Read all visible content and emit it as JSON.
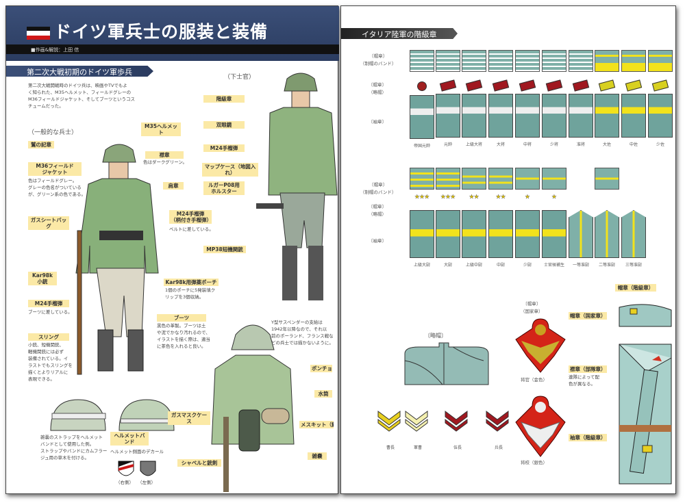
{
  "left": {
    "title": "ドイツ軍兵士の服装と装備",
    "credit": "■作画&解説：上田 信",
    "section": "第二次大戦初期のドイツ軍歩兵",
    "intro": [
      "第二次大戦開戦時のドイツ兵は、映画やTVでもよ",
      "く知られた、M35ヘルメット、フィールドグレーの",
      "M36フィールドジャケット、そしてブーツというコス",
      "チュームだった。"
    ],
    "nco_caption": "（下士官）",
    "soldier_caption": "（一般的な兵士）",
    "labels": {
      "rank": "階級章",
      "m35": "M35ヘルメット",
      "binoculars": "双眼鏡",
      "eagle": "鷲の記章",
      "collar": "襟章",
      "collar_note": "色はダークグリーン。",
      "m24_nco": "M24手榴弾",
      "m36": [
        "M36フィールド",
        "ジャケット"
      ],
      "m36_note": [
        "色はフィールドグレー。",
        "グレーの色名がついている",
        "が、グリーン系の色である。"
      ],
      "mapcase": "マップケース（地図入れ）",
      "shoulder": "肩章",
      "holster": [
        "ルガーP08用",
        "ホルスター"
      ],
      "gasbag": "ガスシートバッグ",
      "m24_belt": [
        "M24手榴弾",
        "（柄付き手榴弾）"
      ],
      "m24_belt_note": "ベルトに差している。",
      "mp38": "MP38短機関銃",
      "kar98k": [
        "Kar98k",
        "小銃"
      ],
      "pouch": "Kar98k用弾薬ポーチ",
      "pouch_note": [
        "1個のポーチに5発装填ク",
        "リップを3個収納。"
      ],
      "m24_boot": "M24手榴弾",
      "m24_boot_note": "ブーツに差している。",
      "sling": "スリング",
      "sling_note": [
        "小銃、短機関銃、",
        "軽機関銃には必ず",
        "装備されている。イ",
        "ラストでもスリングを",
        "描くとよりリアルに",
        "表現できる。"
      ],
      "boots": "ブーツ",
      "boots_note": [
        "黒色の革製。ブーツは土",
        "や泥でかなり汚れるので、",
        "イラストを描く際は、適当",
        "に茶色を入れると良い。"
      ],
      "suspender_note": [
        "Y型サスペンダーの支給は",
        "1942年以降なので、それ以",
        "前のポーランド、フランス戦な",
        "どの兵士では描かないように。"
      ],
      "poncho": "ポンチョ",
      "canteen": "水筒",
      "messkit": "メスキット（飯盒）",
      "haversack": "雑嚢",
      "gasmask": "ガスマスクケース",
      "helmetband": "ヘルメットバンド",
      "helmet_note": [
        "雑嚢のストラップをヘルメット",
        "バンドとして使用した例。",
        "ストラップやバンドにカムフラー",
        "ジュ用の草木を付ける。"
      ],
      "decal": "ヘルメット側面のデカール",
      "right_side": "（右側）",
      "left_side": "（左側）",
      "shovel": "シャベルと銃剣"
    }
  },
  "right": {
    "section": "イタリア陸軍の階級章",
    "row_labels": {
      "band": [
        "〔帽章〕",
        "（制帽のバンド）"
      ],
      "cap": [
        "〔帽章〕",
        "（略帽）"
      ],
      "sleeve": "〔袖章〕"
    },
    "ranks1": [
      "帝国元帥",
      "元帥",
      "上級大将",
      "大将",
      "中将",
      "少将",
      "准将",
      "大佐",
      "中佐",
      "少佐"
    ],
    "ranks2": [
      "上級大尉",
      "大尉",
      "上級中尉",
      "中尉",
      "少尉",
      "士官候補生",
      "一等准尉",
      "二等准尉",
      "三等准尉"
    ],
    "fieldcap": "〔略帽〕",
    "chevrons": [
      "曹長",
      "軍曹",
      "伍長",
      "兵長"
    ],
    "badge_title": [
      "〔帽章〕",
      "（国家章）"
    ],
    "badge_gold": "将官（金色）",
    "badge_silver": "将校（銀色）",
    "uniform": {
      "cap_rank": "帽章（階級章）",
      "cap_national": "帽章（国家章）",
      "collar_unit": "襟章（部隊章）",
      "collar_note": [
        "連隊によって配",
        "色が異なる。"
      ],
      "sleeve_rank": "袖章（階級章）"
    }
  },
  "colors": {
    "header": "#2f4268",
    "label_bg": "#fbe9a6",
    "gray_green": "#7fb0a8",
    "gold": "#f2e21c",
    "red": "#a01820"
  }
}
